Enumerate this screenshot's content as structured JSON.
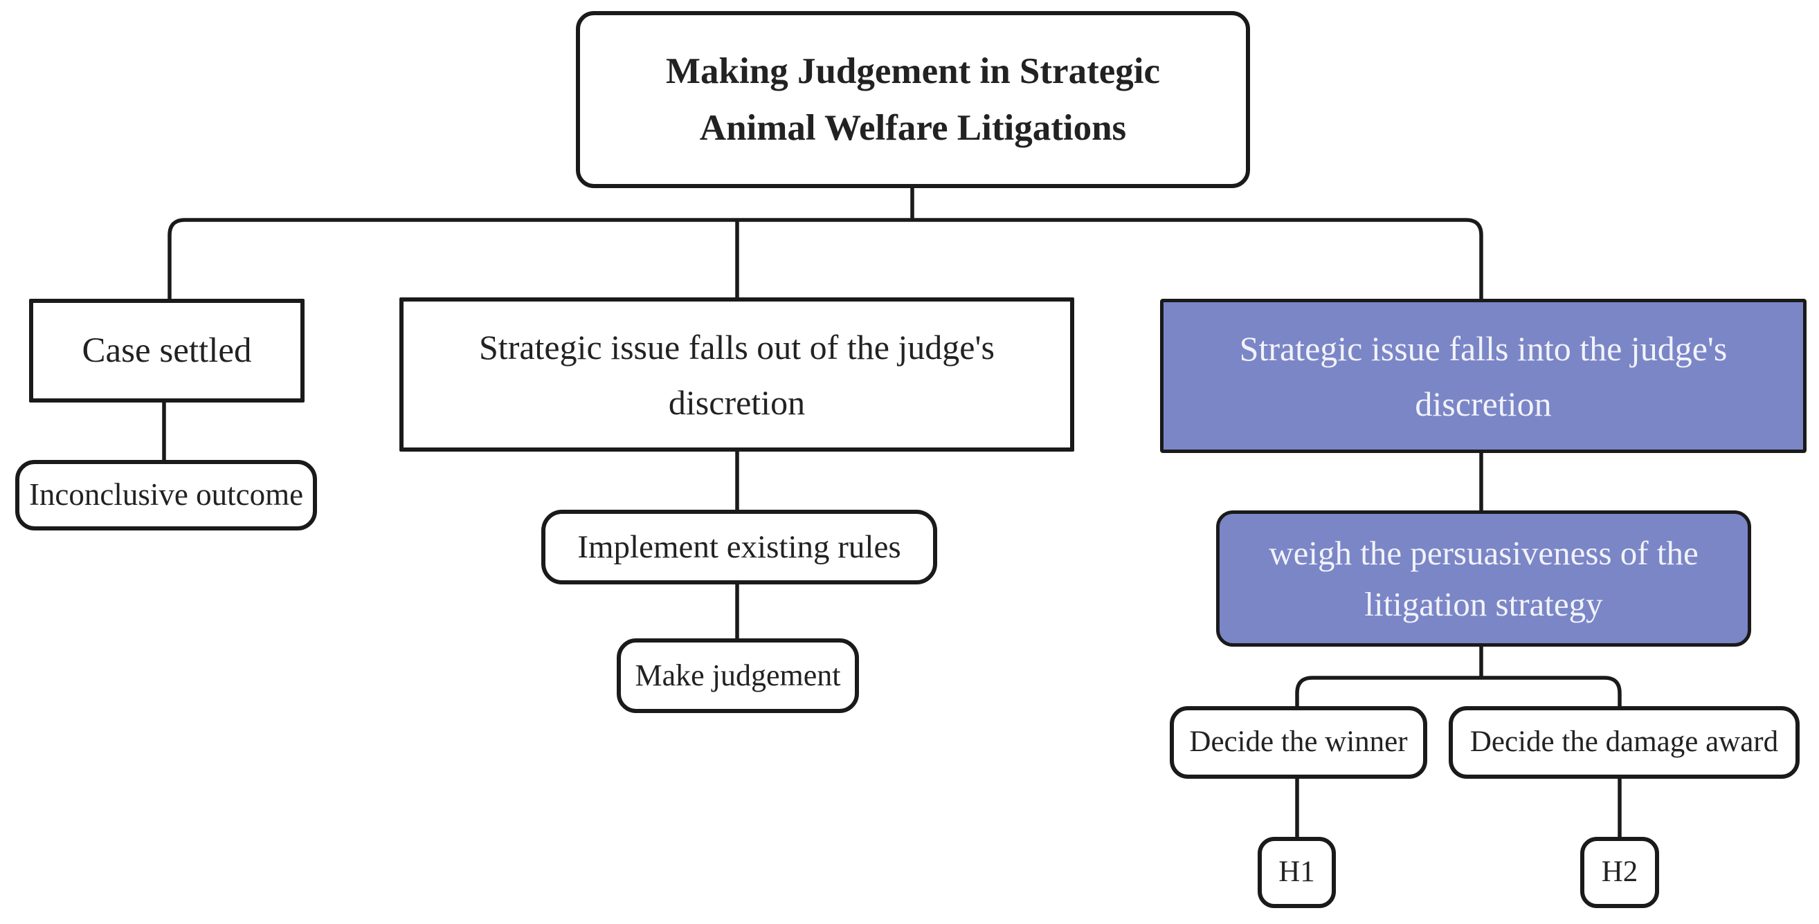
{
  "diagram": {
    "title": "Making Judgement in Strategic Animal Welfare Litigations",
    "type": "flowchart",
    "nodes": {
      "root": {
        "label": "Making Judgement in Strategic Animal Welfare Litigations",
        "highlighted": false
      },
      "case_settled": {
        "label": "Case settled",
        "highlighted": false
      },
      "inconclusive": {
        "label": "Inconclusive outcome",
        "highlighted": false
      },
      "out_discretion": {
        "label": "Strategic issue falls out of the judge's discretion",
        "highlighted": false
      },
      "implement_rules": {
        "label": "Implement existing rules",
        "highlighted": false
      },
      "make_judgement": {
        "label": "Make judgement",
        "highlighted": false
      },
      "into_discretion": {
        "label": "Strategic issue falls into the judge's discretion",
        "highlighted": true
      },
      "weigh_persuasiveness": {
        "label": "weigh the persuasiveness of the litigation strategy",
        "highlighted": true
      },
      "decide_winner": {
        "label": "Decide the winner",
        "highlighted": false
      },
      "decide_damage_award": {
        "label": "Decide the damage award",
        "highlighted": false
      },
      "h1": {
        "label": "H1",
        "highlighted": false
      },
      "h2": {
        "label": "H2",
        "highlighted": false
      }
    },
    "edges": [
      [
        "root",
        "case_settled"
      ],
      [
        "root",
        "out_discretion"
      ],
      [
        "root",
        "into_discretion"
      ],
      [
        "case_settled",
        "inconclusive"
      ],
      [
        "out_discretion",
        "implement_rules"
      ],
      [
        "implement_rules",
        "make_judgement"
      ],
      [
        "into_discretion",
        "weigh_persuasiveness"
      ],
      [
        "weigh_persuasiveness",
        "decide_winner"
      ],
      [
        "weigh_persuasiveness",
        "decide_damage_award"
      ],
      [
        "decide_winner",
        "h1"
      ],
      [
        "decide_damage_award",
        "h2"
      ]
    ],
    "colors": {
      "highlight_fill": "#7b86c7",
      "highlight_text": "#f2f3f9",
      "node_fill": "#ffffff",
      "border": "#1a1a1a",
      "text": "#222222",
      "background": "#ffffff"
    }
  }
}
